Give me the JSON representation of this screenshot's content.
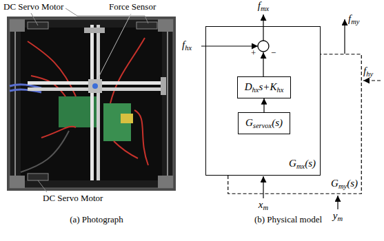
{
  "diagram": {
    "nodes": [
      {
        "text": [
          "Gmx(s)"
        ]
      },
      {
        "text": [
          "Gservox(s)"
        ],
        "in": 0
      },
      {
        "text": [
          "Dhxs+Khx"
        ],
        "in": 0
      },
      {
        "text": [
          "Gmy(s)"
        ]
      }
    ],
    "edges": [
      {
        "from": 1,
        "to": 2,
        "arrow": "to"
      }
    ],
    "labels": [
      "DC Servo Motor",
      "Force Sensor",
      "DC Servo Motor",
      "(a) Photograph",
      "(b) Physical model",
      "fmx",
      "fmy",
      "fhx",
      "fhy",
      "xm",
      "ym",
      "+",
      "−"
    ]
  }
}
